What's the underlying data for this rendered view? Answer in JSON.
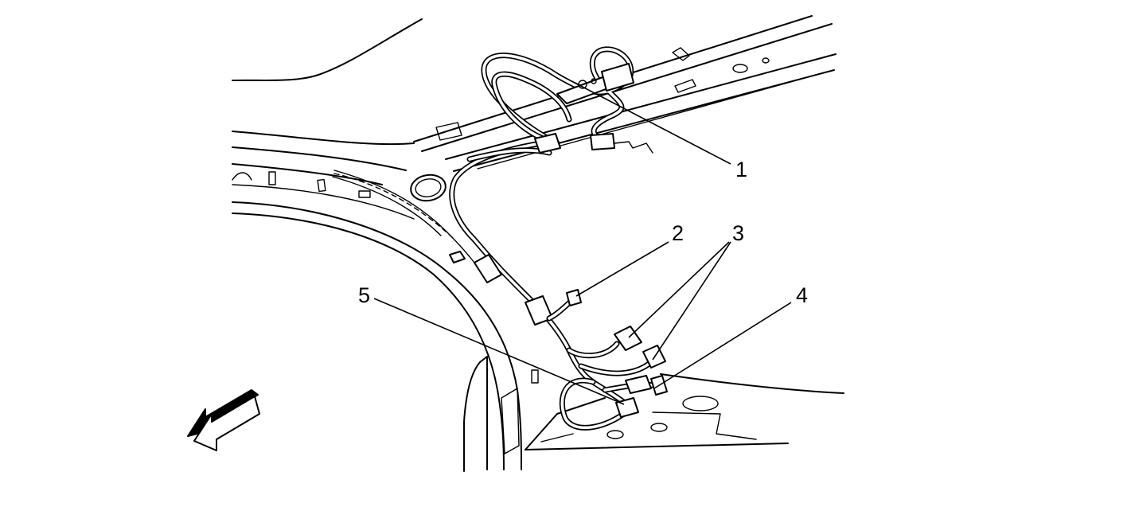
{
  "diagram": {
    "callouts": [
      {
        "id": "1",
        "label": "1"
      },
      {
        "id": "2",
        "label": "2"
      },
      {
        "id": "3",
        "label": "3"
      },
      {
        "id": "4",
        "label": "4"
      },
      {
        "id": "5",
        "label": "5"
      }
    ],
    "forward_arrow_icon": "front-of-vehicle-arrow-icon",
    "line_color": "#000000",
    "background_color": "#ffffff"
  }
}
